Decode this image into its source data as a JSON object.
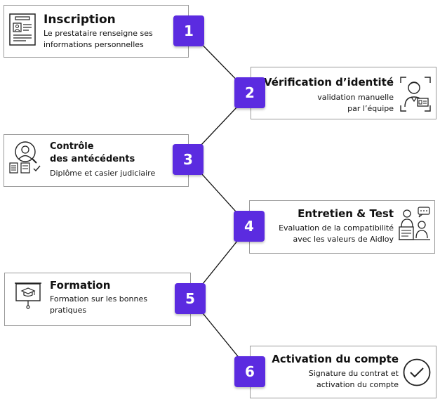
{
  "steps": [
    {
      "number": "1",
      "title": "Inscription",
      "description_lines": [
        "Le prestataire renseigne ses",
        "informations personnelles"
      ],
      "icon": "registration-form-icon"
    },
    {
      "number": "2",
      "title": "Vérification d’identité",
      "description_lines": [
        "validation manuelle",
        "par l’équipe"
      ],
      "icon": "identity-verification-icon"
    },
    {
      "number": "3",
      "title_lines": [
        "Contrôle",
        "des antécédents"
      ],
      "description_lines": [
        "Diplôme et casier judiciaire"
      ],
      "icon": "background-check-icon"
    },
    {
      "number": "4",
      "title": "Entretien & Test",
      "description_lines": [
        "Evaluation de la compatibilité",
        "avec les valeurs de Aidloy"
      ],
      "icon": "interview-icon"
    },
    {
      "number": "5",
      "title": "Formation",
      "description_lines": [
        "Formation sur les bonnes",
        "pratiques"
      ],
      "icon": "training-board-icon"
    },
    {
      "number": "6",
      "title": "Activation du compte",
      "description_lines": [
        "Signature du contrat et",
        "activation du compte"
      ],
      "icon": "checkmark-circle-icon"
    }
  ],
  "colors": {
    "accent": "#5b2be0",
    "border": "#9a9a9a",
    "line": "#111111"
  }
}
